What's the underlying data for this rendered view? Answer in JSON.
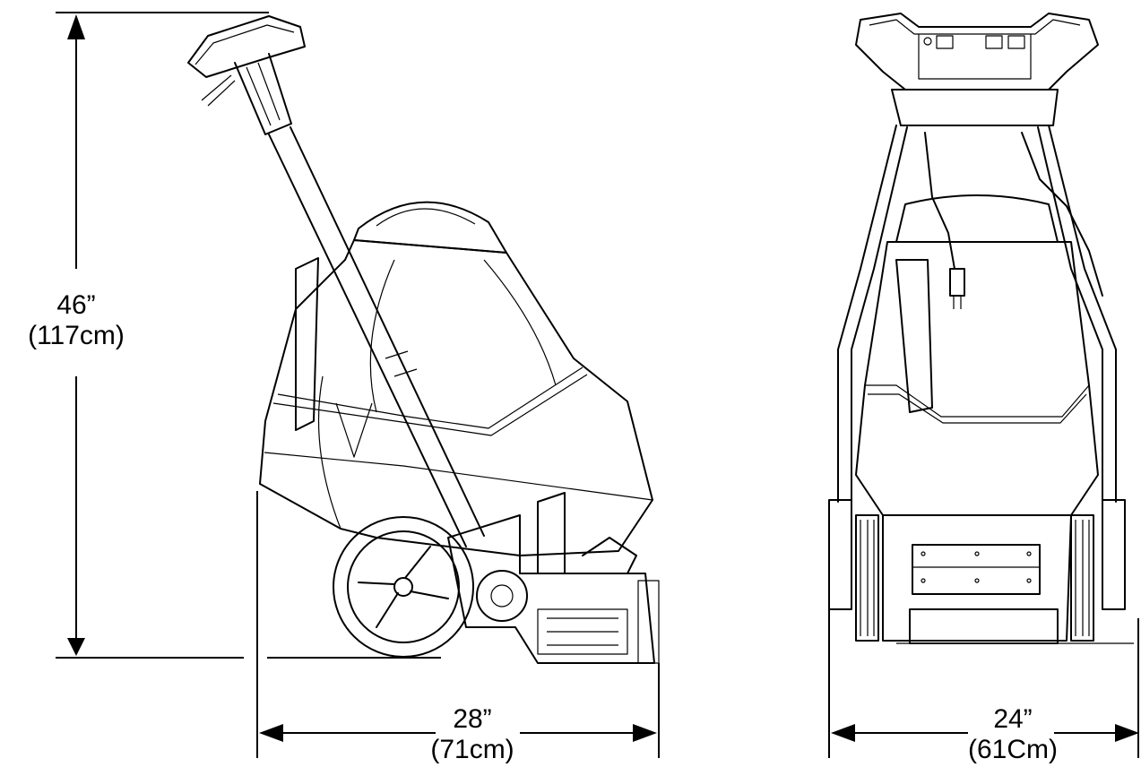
{
  "dimensions": {
    "height": {
      "imperial": "46”",
      "metric": "(117cm)"
    },
    "length": {
      "imperial": "28”",
      "metric": "(71cm)"
    },
    "width": {
      "imperial": "24”",
      "metric": "(61Cm)"
    }
  },
  "colors": {
    "ink": "#000000",
    "paper": "#ffffff"
  }
}
